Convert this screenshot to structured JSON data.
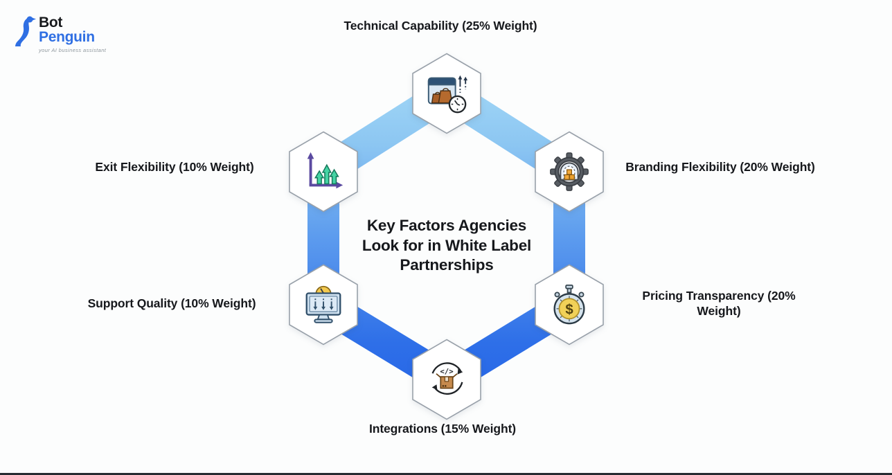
{
  "page": {
    "background": "#fcfdfd",
    "bottom_edge_color": "#262b31"
  },
  "logo": {
    "word1": "Bot",
    "word2": "Penguin",
    "tagline": "your AI business assistant",
    "brand_blue": "#2f6fe3",
    "word1_color": "#17191c"
  },
  "title": {
    "full": "Key Factors Agencies Look for in White Label Partnerships",
    "lines": [
      "Key Factors Agencies",
      "Look for in White Label",
      "Partnerships"
    ]
  },
  "ring": {
    "gradient_top": "#aadef8",
    "gradient_middle": "#5d9cee",
    "gradient_bottom": "#2463e6"
  },
  "factors": [
    {
      "name": "Technical Capability",
      "label": "Technical Capability (25% Weight)",
      "weight_percent": 25,
      "icon": "storefront-window-clock-icon",
      "position": "top"
    },
    {
      "name": "Branding Flexibility",
      "label": "Branding Flexibility (20% Weight)",
      "weight_percent": 20,
      "icon": "gear-warehouse-icon",
      "position": "right-top"
    },
    {
      "name": "Pricing Transparency",
      "label": "Pricing Transparency (20% Weight)",
      "weight_percent": 20,
      "icon": "stopwatch-dollar-icon",
      "position": "right-bottom"
    },
    {
      "name": "Integrations",
      "label": "Integrations (15% Weight)",
      "weight_percent": 15,
      "icon": "package-code-cycle-icon",
      "position": "bottom"
    },
    {
      "name": "Support Quality",
      "label": "Support Quality (10% Weight)",
      "weight_percent": 10,
      "icon": "monitor-gauge-icon",
      "position": "left-bottom"
    },
    {
      "name": "Exit Flexibility",
      "label": "Exit Flexibility (10% Weight)",
      "weight_percent": 10,
      "icon": "growth-arrows-chart-icon",
      "position": "left-top"
    }
  ]
}
